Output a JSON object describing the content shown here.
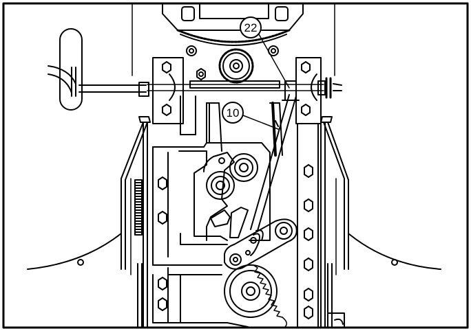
{
  "callouts": [
    {
      "id": "callout-22",
      "label": "22"
    },
    {
      "id": "callout-10",
      "label": "10"
    }
  ],
  "colors": {
    "line": "#000000",
    "background": "#ffffff"
  }
}
